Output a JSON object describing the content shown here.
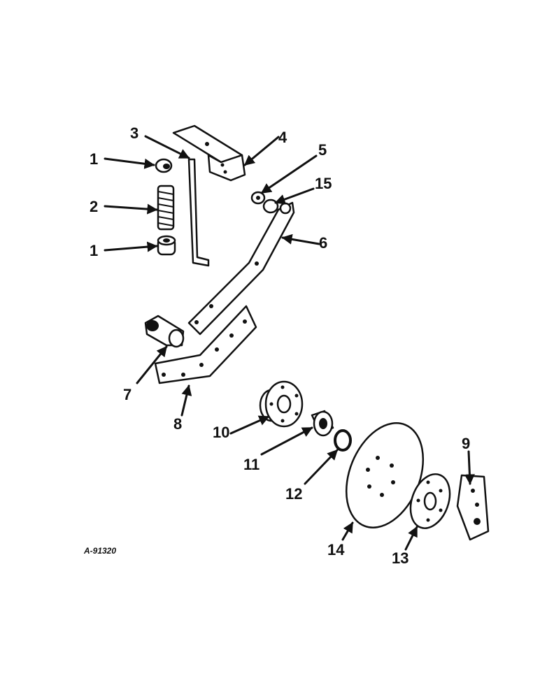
{
  "diagram": {
    "reference_code": "A-91320",
    "callouts": [
      {
        "id": "c1a",
        "number": "1"
      },
      {
        "id": "c2",
        "number": "2"
      },
      {
        "id": "c1b",
        "number": "1"
      },
      {
        "id": "c3",
        "number": "3"
      },
      {
        "id": "c4",
        "number": "4"
      },
      {
        "id": "c5",
        "number": "5"
      },
      {
        "id": "c15",
        "number": "15"
      },
      {
        "id": "c6",
        "number": "6"
      },
      {
        "id": "c7",
        "number": "7"
      },
      {
        "id": "c8",
        "number": "8"
      },
      {
        "id": "c10",
        "number": "10"
      },
      {
        "id": "c11",
        "number": "11"
      },
      {
        "id": "c12",
        "number": "12"
      },
      {
        "id": "c14",
        "number": "14"
      },
      {
        "id": "c13",
        "number": "13"
      },
      {
        "id": "c9",
        "number": "9"
      }
    ]
  }
}
